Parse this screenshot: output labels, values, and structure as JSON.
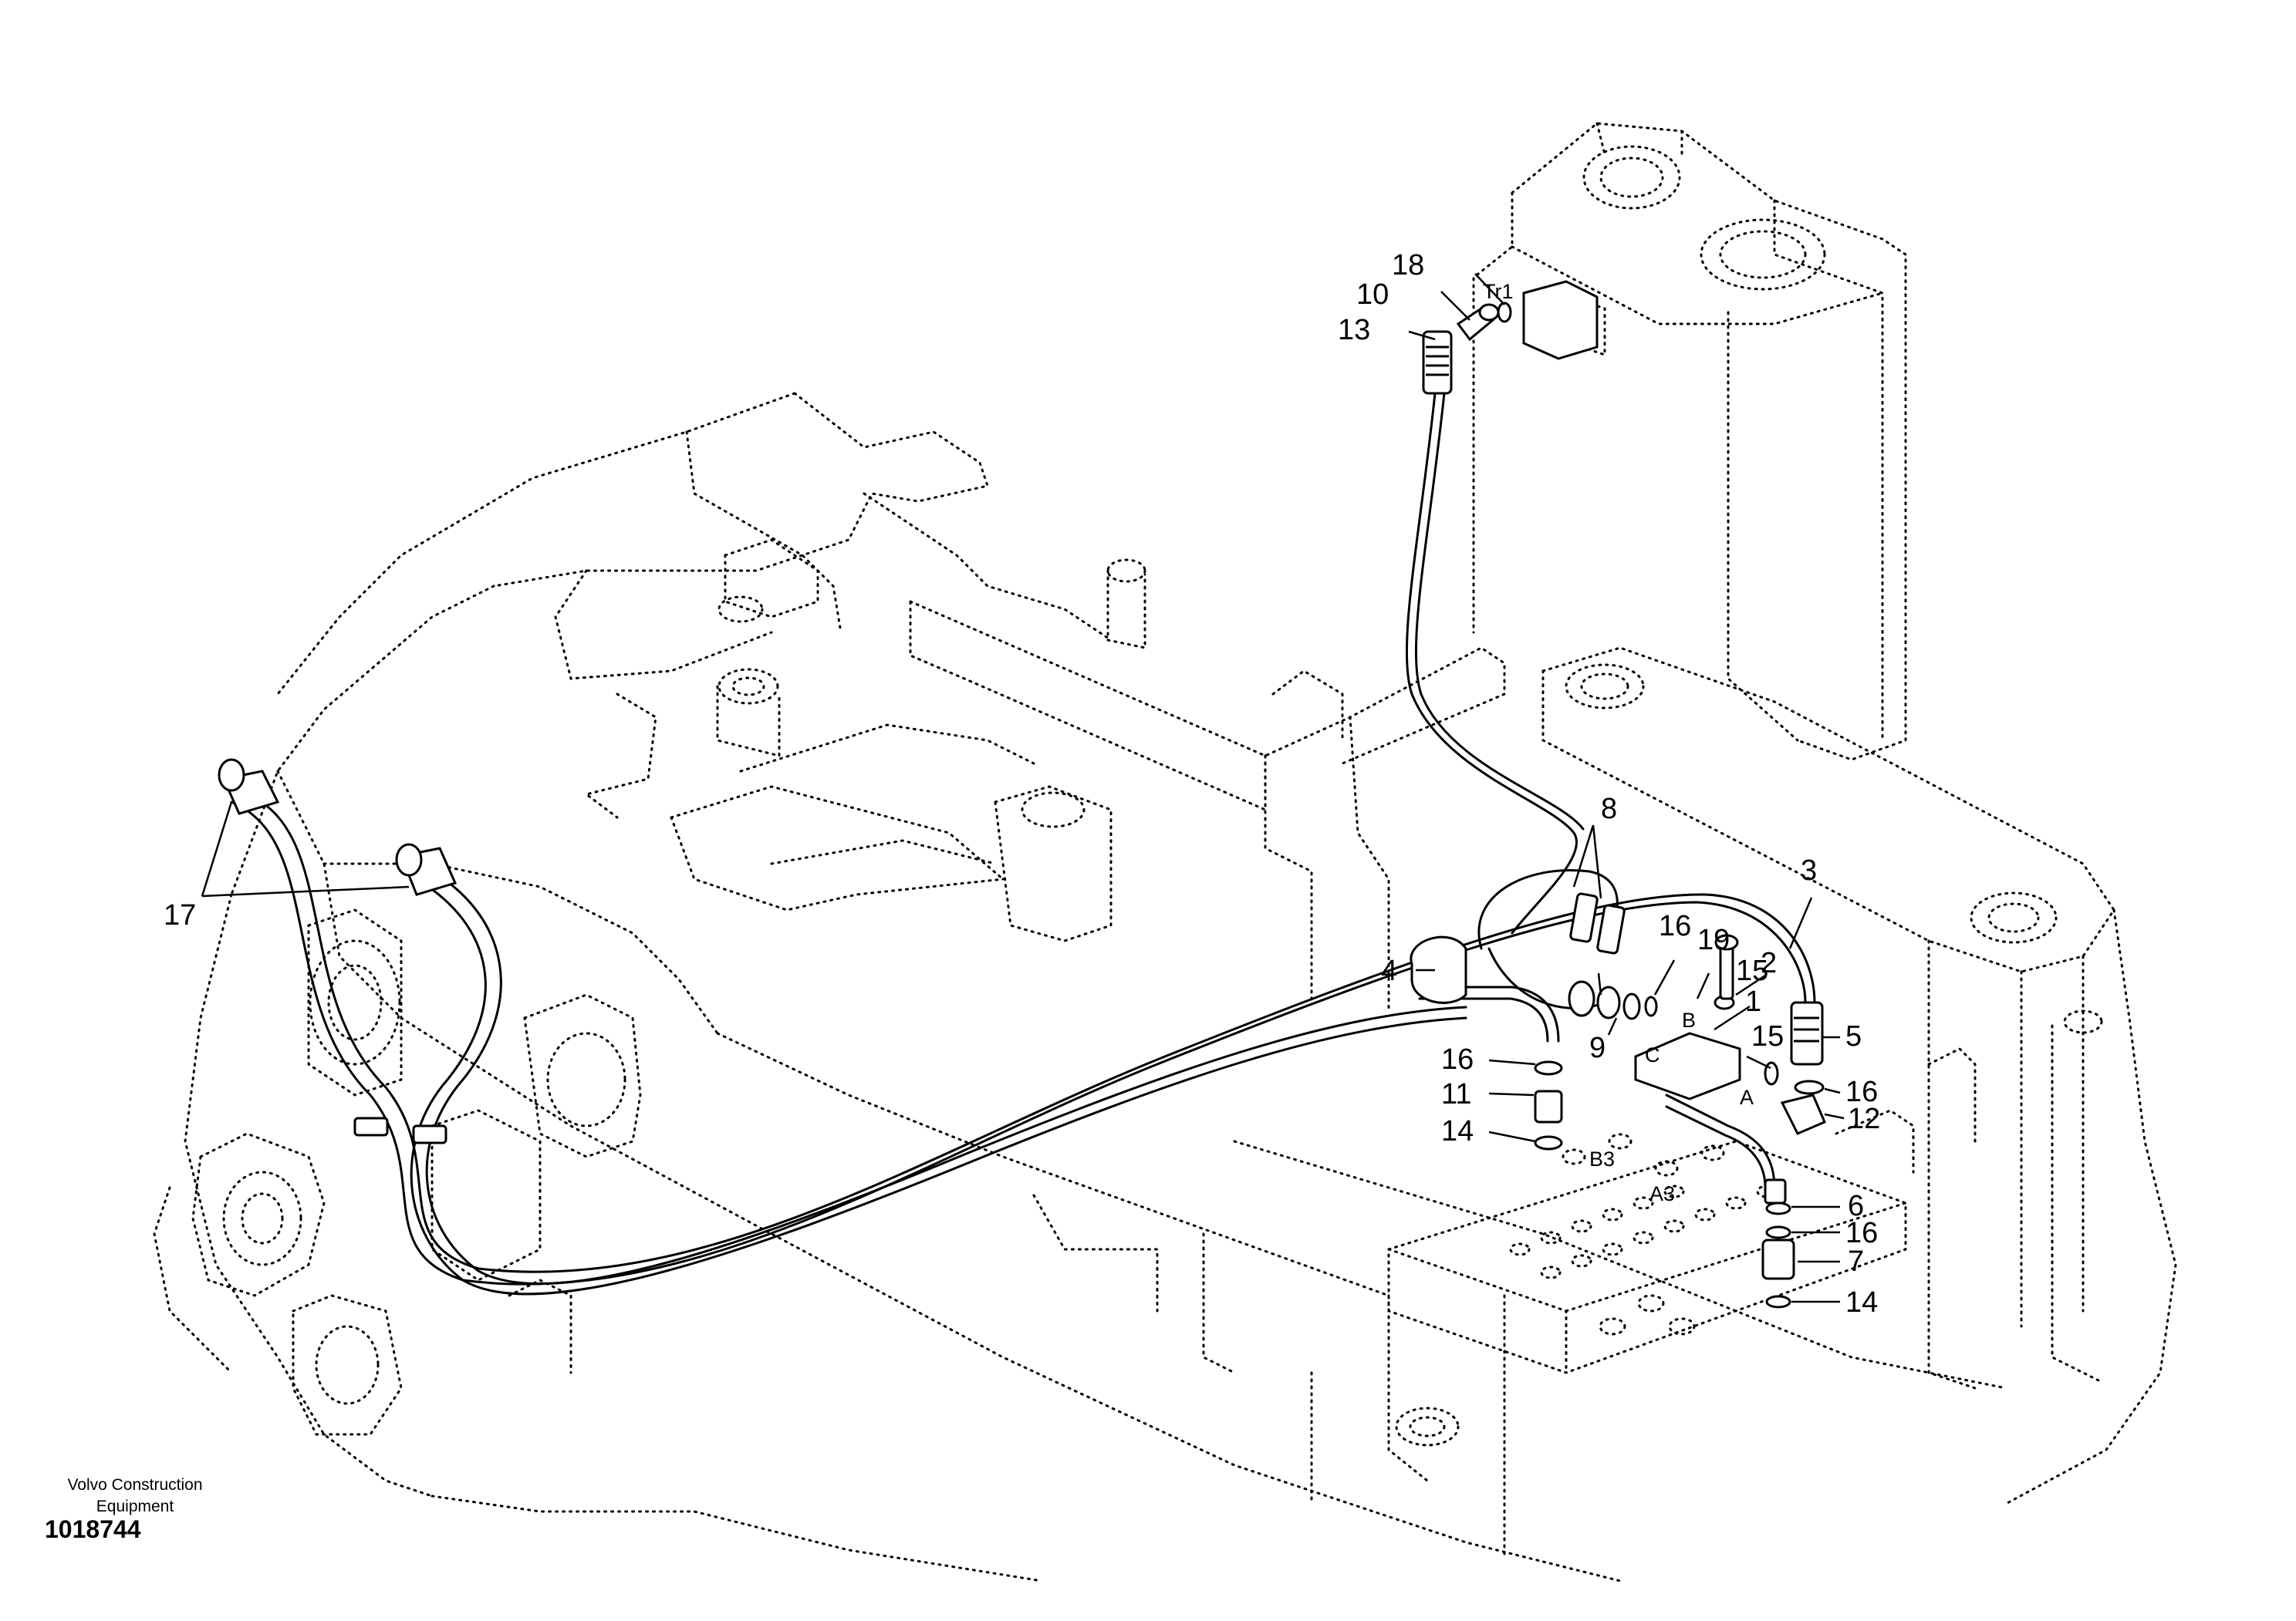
{
  "callouts": {
    "c1": "1",
    "c2": "2",
    "c3": "3",
    "c4": "4",
    "c5": "5",
    "c6": "6",
    "c7": "7",
    "c8": "8",
    "c9": "9",
    "c10": "10",
    "c11": "11",
    "c12": "12",
    "c13": "13",
    "c14a": "14",
    "c14b": "14",
    "c15a": "15",
    "c15b": "15",
    "c16a": "16",
    "c16b": "16",
    "c16c": "16",
    "c16d": "16",
    "c17": "17",
    "c18": "18",
    "c19": "19"
  },
  "ports": {
    "tr1": "Tr1",
    "b": "B",
    "c": "C",
    "a": "A",
    "b3": "B3",
    "a3": "A3"
  },
  "footer": {
    "company_line1": "Volvo Construction",
    "company_line2": "Equipment",
    "drawing_number": "1018744"
  },
  "colors": {
    "ink": "#000000",
    "paper": "#ffffff"
  }
}
